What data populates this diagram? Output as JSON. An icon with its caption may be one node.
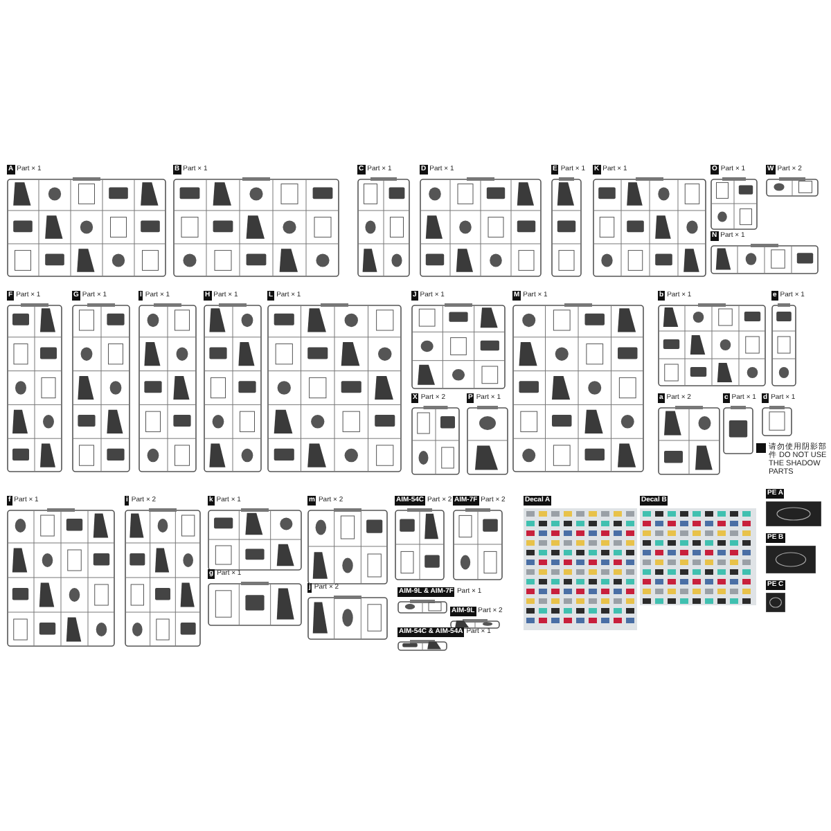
{
  "diagram": {
    "nodes": [
      {
        "text": [
          "A",
          "Part × 1"
        ]
      },
      {
        "text": [
          "B",
          "Part × 1"
        ]
      },
      {
        "text": [
          "C",
          "Part × 1"
        ]
      },
      {
        "text": [
          "D",
          "Part × 1"
        ]
      },
      {
        "text": [
          "E",
          "Part × 1"
        ]
      },
      {
        "text": [
          "K",
          "Part × 1"
        ]
      },
      {
        "text": [
          "O",
          "Part × 1"
        ]
      },
      {
        "text": [
          "W",
          "Part × 2"
        ]
      },
      {
        "text": [
          "N",
          "Part × 1"
        ]
      },
      {
        "text": [
          "F",
          "Part × 1"
        ]
      },
      {
        "text": [
          "G",
          "Part × 1"
        ]
      },
      {
        "text": [
          "I",
          "Part × 1"
        ]
      },
      {
        "text": [
          "H",
          "Part × 1"
        ]
      },
      {
        "text": [
          "L",
          "Part × 1"
        ]
      },
      {
        "text": [
          "J",
          "Part × 1"
        ]
      },
      {
        "text": [
          "M",
          "Part × 1"
        ]
      },
      {
        "text": [
          "b",
          "Part × 1"
        ]
      },
      {
        "text": [
          "e",
          "Part × 1"
        ]
      },
      {
        "text": [
          "X",
          "Part × 2"
        ]
      },
      {
        "text": [
          "P",
          "Part × 1"
        ]
      },
      {
        "text": [
          "a",
          "Part × 2"
        ]
      },
      {
        "text": [
          "c",
          "Part × 1"
        ]
      },
      {
        "text": [
          "d",
          "Part × 1"
        ]
      },
      {
        "text": [
          "f",
          "Part × 1"
        ]
      },
      {
        "text": [
          "i",
          "Part × 2"
        ]
      },
      {
        "text": [
          "k",
          "Part × 1"
        ]
      },
      {
        "text": [
          "g",
          "Part × 1"
        ]
      },
      {
        "text": [
          "m",
          "Part × 2"
        ]
      },
      {
        "text": [
          "j",
          "Part × 2"
        ]
      },
      {
        "text": [
          "AIM-54C",
          "Part × 2"
        ]
      },
      {
        "text": [
          "AIM-7F",
          "Part × 2"
        ]
      },
      {
        "text": [
          "AIM-9L & AIM-7F",
          "Part × 1"
        ]
      },
      {
        "text": [
          "AIM-9L",
          "Part × 2"
        ]
      },
      {
        "text": [
          "AIM-54C & AIM-54A",
          "Part × 1"
        ]
      },
      {
        "text": [
          "Decal A"
        ]
      },
      {
        "text": [
          "Decal B"
        ]
      },
      {
        "text": [
          "PE A"
        ]
      },
      {
        "text": [
          "PE B"
        ]
      },
      {
        "text": [
          "PE C"
        ]
      }
    ],
    "legend": [
      {
        "text": "请勿使用阴影部件 DO NOT USE THE SHADOW PARTS",
        "color": "#111111"
      }
    ]
  }
}
